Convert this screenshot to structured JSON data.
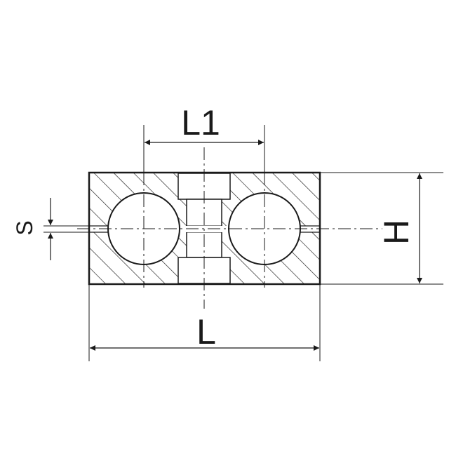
{
  "dimensions": {
    "overall_length": "L",
    "hole_spacing": "L1",
    "height": "H",
    "slot_gap": "S"
  },
  "colors": {
    "line": "#1a1a1a",
    "background": "#ffffff"
  }
}
